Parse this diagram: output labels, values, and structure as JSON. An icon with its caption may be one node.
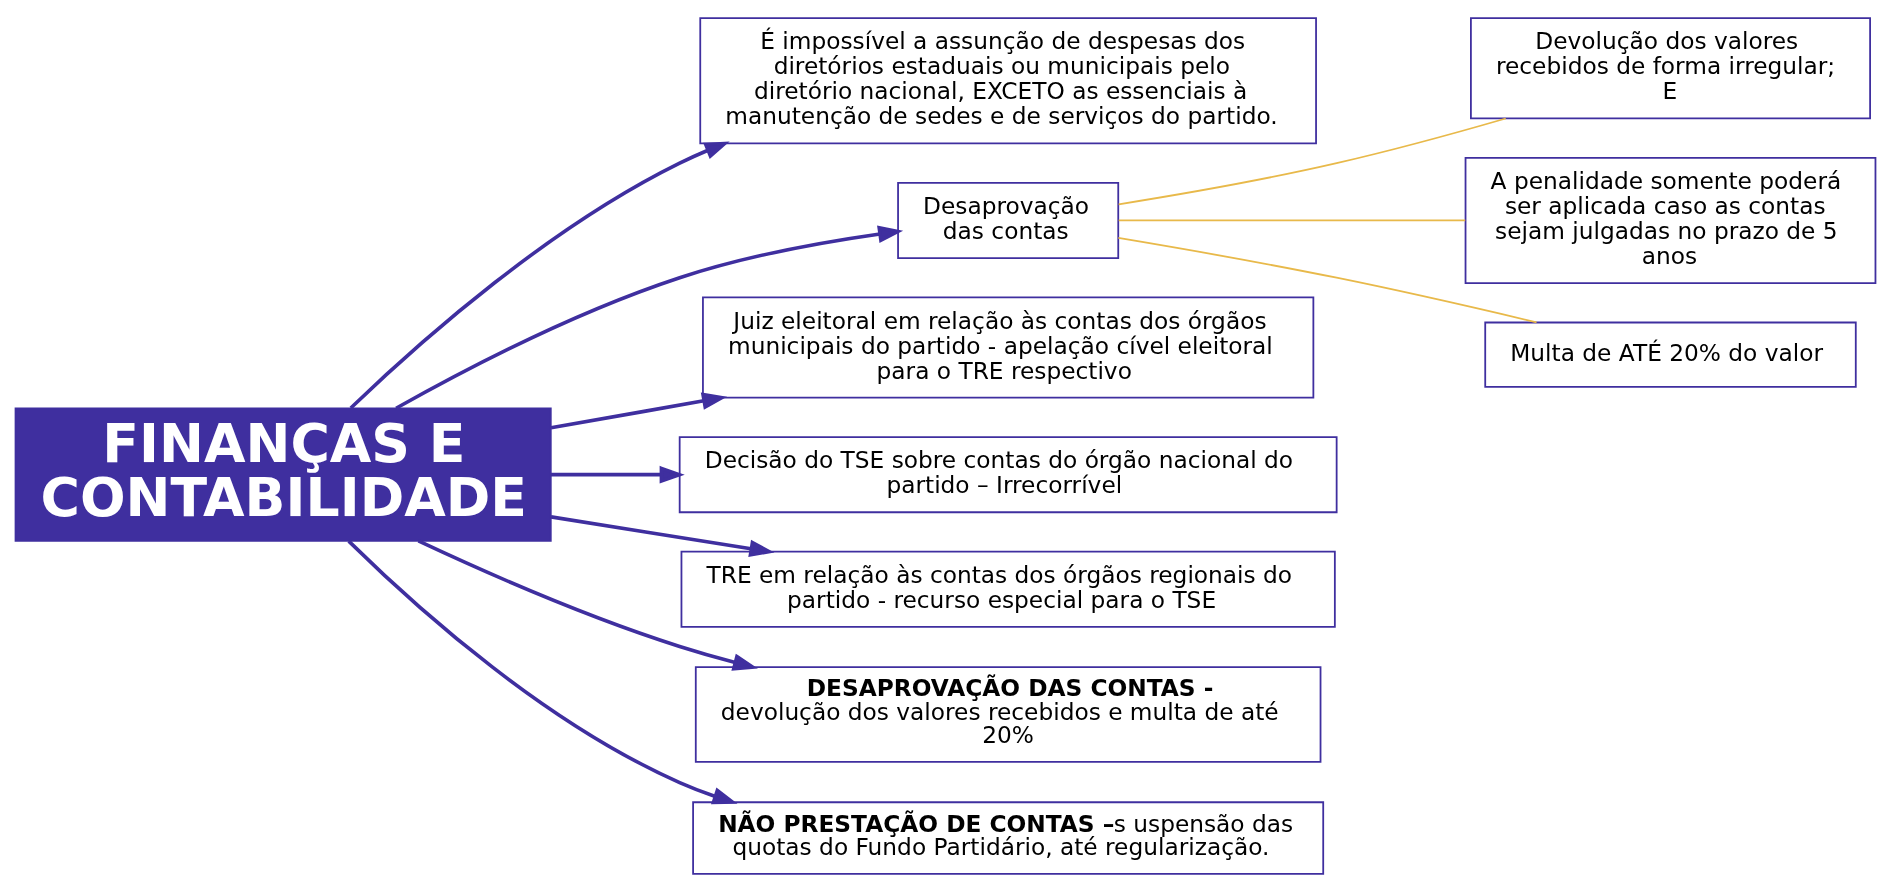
{
  "diagram": {
    "nodes": [
      {
        "text": [
          "FINANÇAS E CONTABILIDADE"
        ]
      },
      {
        "text": [
          "É impossível a assunção de despesas dos diretórios estaduais ou municipais pelo diretório nacional, EXCETO as essenciais à manutenção de sedes e de serviços do partido."
        ]
      },
      {
        "text": [
          "Desaprovação das contas"
        ]
      },
      {
        "text": [
          "Devolução dos valores recebidos de forma irregular; E"
        ]
      },
      {
        "text": [
          "A penalidade somente poderá ser aplicada caso as contas sejam julgadas no prazo de 5 anos"
        ]
      },
      {
        "text": [
          "Multa de ATÉ 20% do valor"
        ]
      },
      {
        "text": [
          "Juiz eleitoral em relação às contas dos órgãos municipais do partido - apelação cível eleitoral para o TRE respectivo"
        ]
      },
      {
        "text": [
          "Decisão do TSE sobre contas do órgão nacional do partido – Irrecorrível"
        ]
      },
      {
        "text": [
          "TRE em relação às contas dos órgãos regionais do partido - recurso especial para o TSE"
        ]
      },
      {
        "text": [
          "**DESAPROVAÇÃO DAS CONTAS -** devolução dos valores recebidos e multa de até 20%"
        ]
      },
      {
        "text": [
          "**NÃO PRESTAÇÃO DE CONTAS –**s uspensão das quotas do Fundo Partidário, até regularização."
        ]
      }
    ],
    "edges": [
      {
        "from": 0,
        "to": 1,
        "arrow": "to"
      },
      {
        "from": 0,
        "to": 2,
        "arrow": "to"
      },
      {
        "from": 2,
        "to": 3,
        "arrow": "none",
        "color": "#e8b94a"
      },
      {
        "from": 2,
        "to": 4,
        "arrow": "none",
        "color": "#e8b94a"
      },
      {
        "from": 2,
        "to": 5,
        "arrow": "none",
        "color": "#e8b94a"
      },
      {
        "from": 0,
        "to": 6,
        "arrow": "to"
      },
      {
        "from": 0,
        "to": 7,
        "arrow": "to"
      },
      {
        "from": 0,
        "to": 8,
        "arrow": "to"
      },
      {
        "from": 0,
        "to": 9,
        "arrow": "to"
      },
      {
        "from": 0,
        "to": 10,
        "arrow": "to"
      }
    ]
  }
}
